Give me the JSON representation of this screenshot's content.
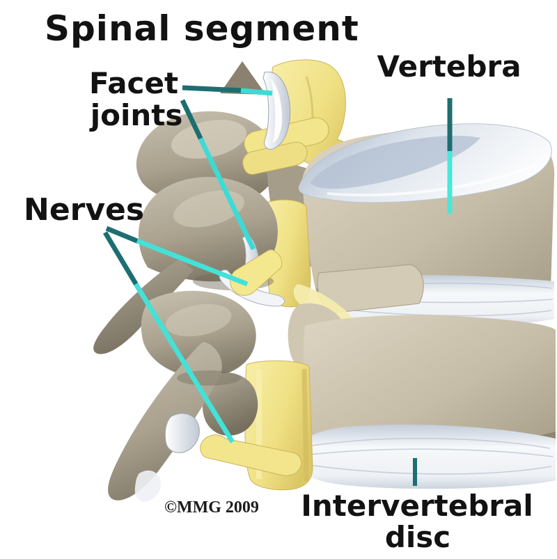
{
  "title": "Spinal segment",
  "labels": {
    "facet_joints": {
      "line1": "Facet",
      "line2": "joints"
    },
    "vertebra": "Vertebra",
    "nerves": "Nerves",
    "intervertebral_disc": {
      "line1": "Intervertebral",
      "line2": "disc"
    }
  },
  "copyright": "©MMG 2009",
  "colors": {
    "background": "#ffffff",
    "label_text": "#121212",
    "leader_line_dark_teal": "#1d6e71",
    "leader_line_bright_cyan": "#43e2d8",
    "bone_light": "#d6cdb9",
    "bone_mid": "#b3aa94",
    "bone_shadow": "#8d8572",
    "nerve_yellow": "#f2e490",
    "nerve_yellow_shadow": "#d3bd62",
    "disc_white": "#f4f6f9",
    "disc_shadow_blue": "#b7c1cf"
  }
}
